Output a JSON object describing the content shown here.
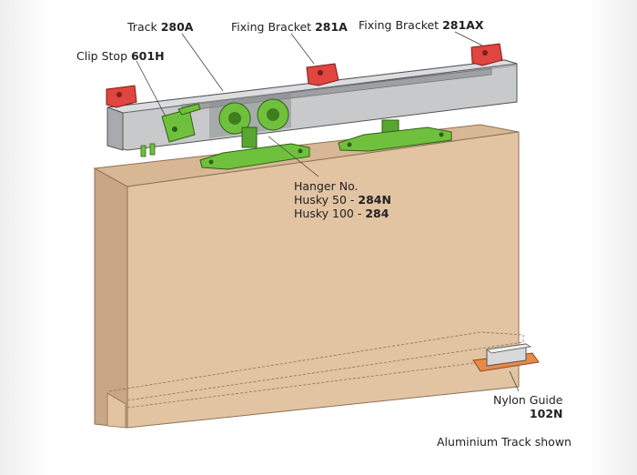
{
  "labels": {
    "track": {
      "text": "Track ",
      "code": "280A"
    },
    "fixing_bracket_a": {
      "text": "Fixing Bracket ",
      "code": "281A"
    },
    "fixing_bracket_ax": {
      "text": "Fixing Bracket ",
      "code": "281AX"
    },
    "clip_stop": {
      "text": "Clip Stop ",
      "code": "601H"
    },
    "hanger": {
      "title": "Hanger No.",
      "line1_text": "Husky 50 - ",
      "line1_code": "284N",
      "line2_text": "Husky 100 - ",
      "line2_code": "284"
    },
    "nylon_guide": {
      "text": "Nylon Guide",
      "code": "102N"
    },
    "footer": "Aluminium Track shown"
  },
  "colors": {
    "door": "#e2c3a2",
    "door_side": "#c9a684",
    "track": "#c8c9cb",
    "bracket": "#e0453f",
    "hanger": "#6fc13d",
    "guide": "#e8894a"
  }
}
